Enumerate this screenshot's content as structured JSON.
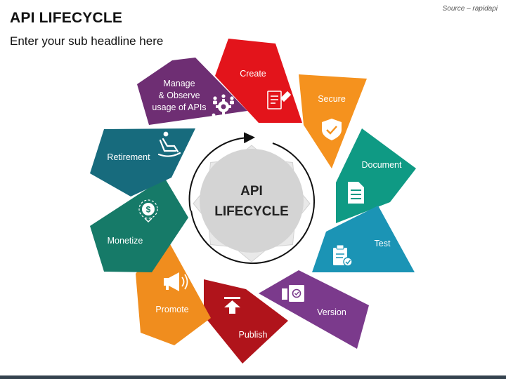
{
  "header": {
    "title": "API LIFECYCLE",
    "subtitle": "Enter your sub headline here",
    "source": "Source – rapidapi"
  },
  "center": {
    "line1": "API",
    "line2": "LIFECYCLE"
  },
  "stages": [
    {
      "label": "Create",
      "color": "#e3141b",
      "icon": "edit-document-icon"
    },
    {
      "label": "Secure",
      "color": "#f5921e",
      "icon": "shield-check-icon"
    },
    {
      "label": "Document",
      "color": "#0f9a84",
      "icon": "document-icon"
    },
    {
      "label": "Test",
      "color": "#1b94b5",
      "icon": "clipboard-check-icon"
    },
    {
      "label": "Version",
      "color": "#7b3a8c",
      "icon": "version-stamp-icon"
    },
    {
      "label": "Publish",
      "color": "#b0141b",
      "icon": "upload-arrow-icon"
    },
    {
      "label": "Promote",
      "color": "#f08d1e",
      "icon": "megaphone-icon"
    },
    {
      "label": "Monetize",
      "color": "#167a68",
      "icon": "dollar-coin-icon"
    },
    {
      "label": "Retirement",
      "color": "#176b7d",
      "icon": "rocking-chair-icon"
    },
    {
      "label_lines": [
        "Manage",
        "& Observe",
        "usage of APIs"
      ],
      "color": "#6e2e73",
      "icon": "team-gear-icon"
    }
  ]
}
